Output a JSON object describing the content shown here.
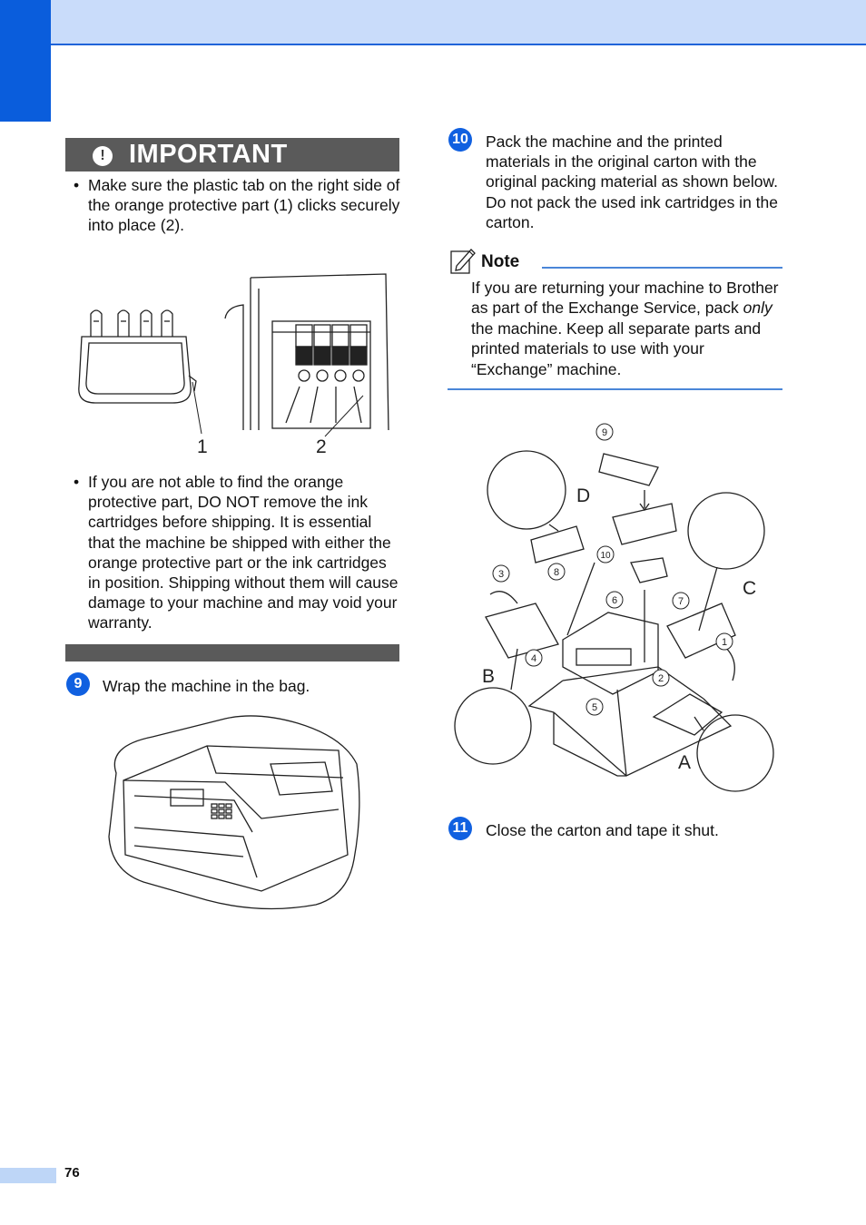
{
  "page_number": "76",
  "important": {
    "title": "IMPORTANT",
    "icon": "!",
    "bullets": [
      "Make sure the plastic tab on the right side of the orange protective part (1) clicks securely into place (2).",
      "If you are not able to find the orange protective part, DO NOT remove the ink cartridges before shipping. It is essential that the machine be shipped with either the orange protective part or the ink cartridges in position. Shipping without them will cause damage to your machine and may void your warranty."
    ],
    "figure_labels": [
      "1",
      "2"
    ]
  },
  "steps": [
    {
      "number": "9",
      "text": "Wrap the machine in the bag."
    },
    {
      "number": "10",
      "text": "Pack the machine and the printed materials in the original carton with the original packing material as shown below. Do not pack the used ink cartridges in the carton."
    },
    {
      "number": "11",
      "text": "Close the carton and tape it shut."
    }
  ],
  "note": {
    "label": "Note",
    "text_before": "If you are returning your machine to Brother as part of the Exchange Service, pack ",
    "text_emphasis": "only",
    "text_after": " the machine. Keep all separate parts and printed materials to use with your “Exchange” machine."
  },
  "packing_figure": {
    "letters": [
      "A",
      "B",
      "C",
      "D"
    ],
    "numbers": [
      "1",
      "2",
      "3",
      "4",
      "5",
      "6",
      "7",
      "8",
      "9",
      "10"
    ]
  },
  "colors": {
    "header_band": "#c9dcfa",
    "side_tab": "#0a5ddc",
    "important_bar": "#5a5a5a",
    "step_badge": "#1060e0",
    "note_rule": "#4a86d8"
  }
}
